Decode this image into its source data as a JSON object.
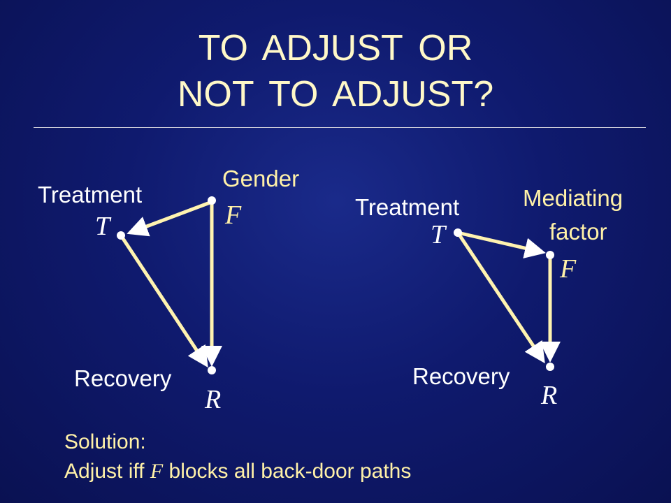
{
  "slide": {
    "title_line1": "TO  ADJUST  OR",
    "title_line2": "NOT  TO  ADJUST?"
  },
  "left_diagram": {
    "confounder_label": "Gender",
    "treatment_label": "Treatment",
    "recovery_label": "Recovery",
    "var_t": "T",
    "var_f": "F",
    "var_r": "R"
  },
  "right_diagram": {
    "mediator_label_line1": "Mediating",
    "mediator_label_line2": "factor",
    "treatment_label": "Treatment",
    "recovery_label": "Recovery",
    "var_t": "T",
    "var_f": "F",
    "var_r": "R"
  },
  "solution": {
    "heading": "Solution:",
    "text_prefix": "Adjust iff ",
    "text_var": "F",
    "text_suffix": " blocks all back-door paths"
  },
  "colors": {
    "background": "#0f1a6e",
    "title": "#fff8c8",
    "accent": "#fff1a8",
    "arrow": "#fff3b0"
  }
}
